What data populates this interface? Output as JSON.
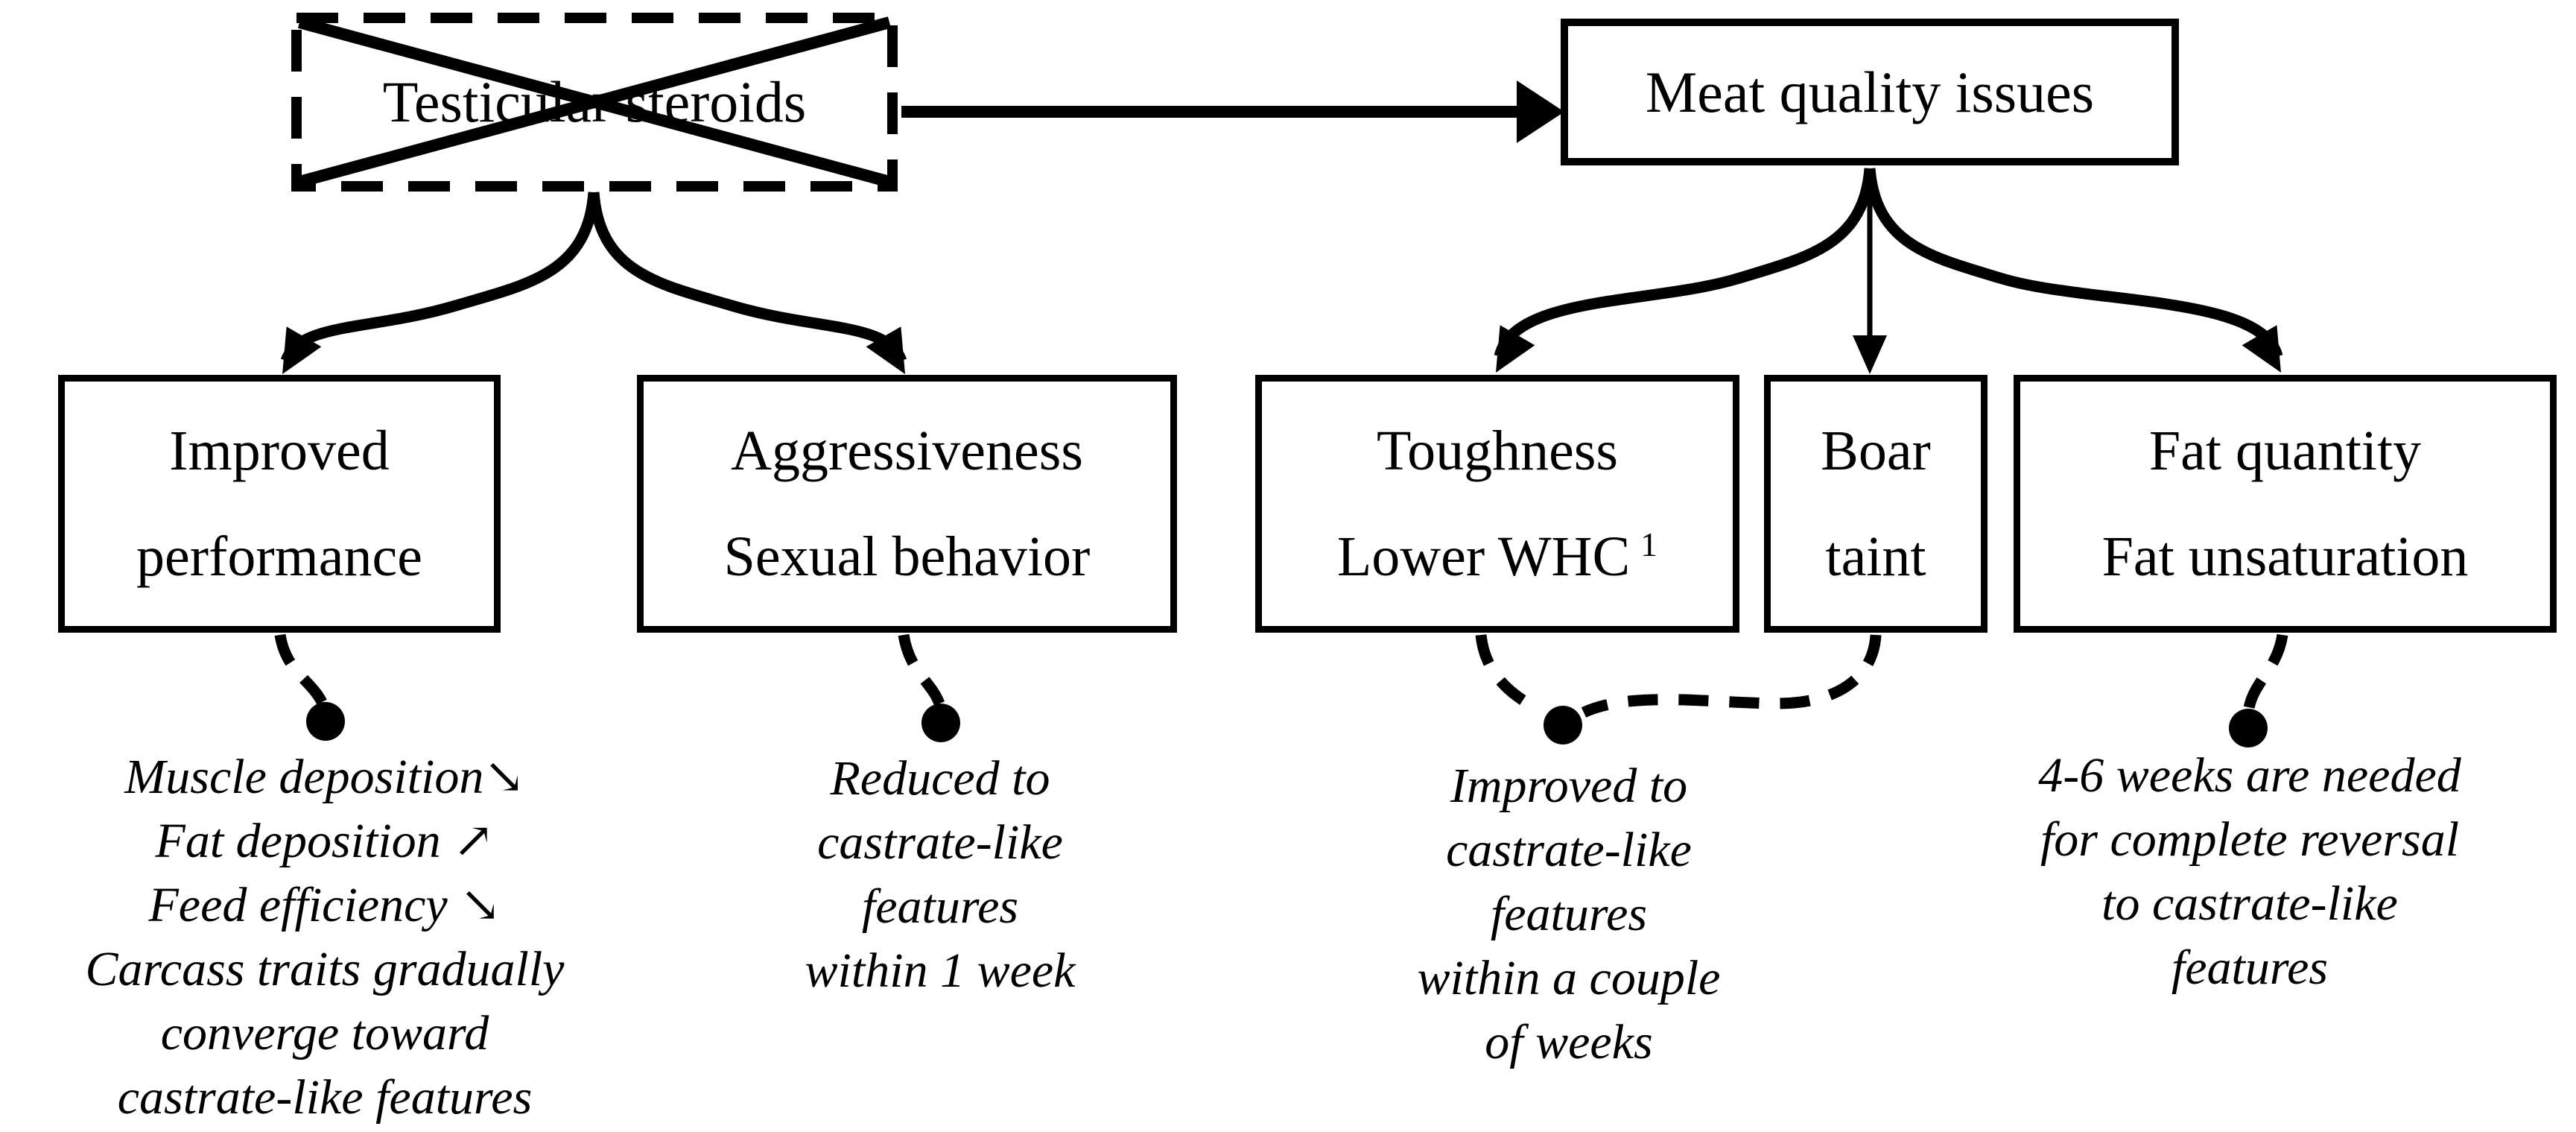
{
  "palette": {
    "ink": "#000000",
    "paper": "#ffffff"
  },
  "nodes": {
    "testicular_steroids": {
      "label": "Testicular steroids",
      "crossed_out": true
    },
    "meat_quality_issues": {
      "label": "Meat quality issues"
    },
    "improved_performance": {
      "lines": [
        "Improved",
        "performance"
      ]
    },
    "behavior": {
      "lines": [
        "Aggressiveness",
        "Sexual behavior"
      ]
    },
    "toughness": {
      "lines": [
        "Toughness",
        "Lower WHC"
      ],
      "superscript": "1"
    },
    "boar_taint": {
      "lines": [
        "Boar",
        "taint"
      ]
    },
    "fat": {
      "lines": [
        "Fat quantity",
        "Fat unsaturation"
      ]
    }
  },
  "annotations": {
    "performance": {
      "lines": [
        "Muscle deposition↘",
        "Fat deposition ↗",
        "Feed efficiency ↘",
        "Carcass traits gradually",
        "converge toward",
        "castrate-like features"
      ]
    },
    "behavior": {
      "lines": [
        "Reduced to",
        "castrate-like",
        "features",
        "within 1 week"
      ]
    },
    "meat": {
      "lines": [
        "Improved to",
        "castrate-like",
        "features",
        "within a couple",
        "of weeks"
      ]
    },
    "fat": {
      "lines": [
        "4-6 weeks are needed",
        "for complete reversal",
        "to castrate-like",
        "features"
      ]
    }
  }
}
